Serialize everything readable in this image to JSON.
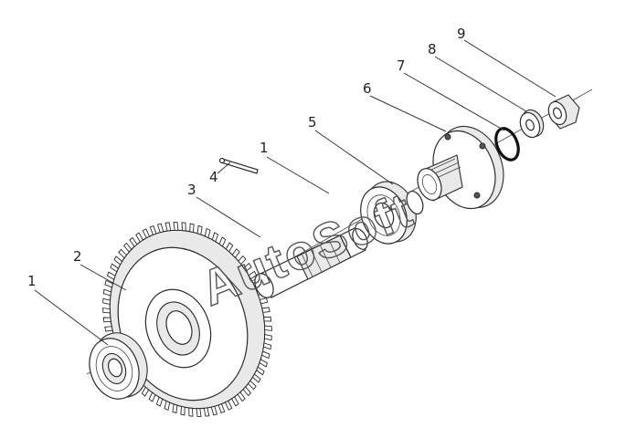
{
  "callouts": [
    {
      "id": "callout-1-bearing",
      "label": "1"
    },
    {
      "id": "callout-2-gear",
      "label": "2"
    },
    {
      "id": "callout-3-shaft",
      "label": "3"
    },
    {
      "id": "callout-4-key",
      "label": "4"
    },
    {
      "id": "callout-1-upper",
      "label": "1"
    },
    {
      "id": "callout-5-bearing",
      "label": "5"
    },
    {
      "id": "callout-6-flange",
      "label": "6"
    },
    {
      "id": "callout-7-ring",
      "label": "7"
    },
    {
      "id": "callout-8-washer",
      "label": "8"
    },
    {
      "id": "callout-9-nut",
      "label": "9"
    }
  ],
  "watermark": "AutoSoft"
}
